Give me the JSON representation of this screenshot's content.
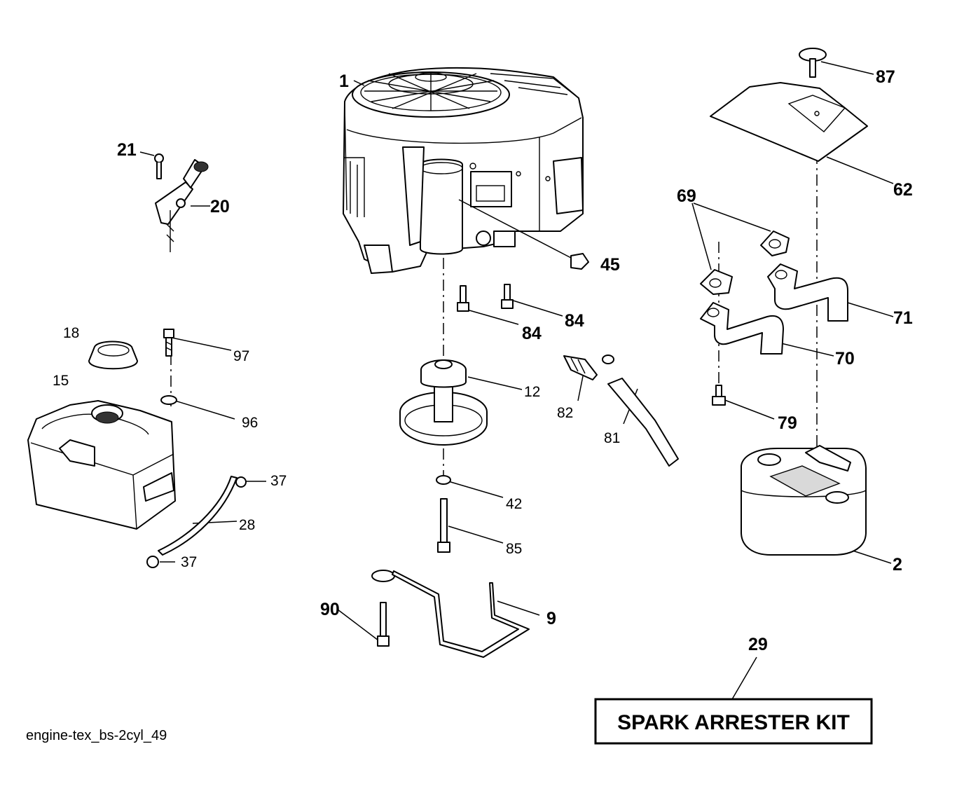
{
  "diagram": {
    "footer_id": "engine-tex_bs-2cyl_49",
    "kit_label": "SPARK ARRESTER KIT",
    "kit_number": "29",
    "callouts": {
      "p1": "1",
      "p2": "2",
      "p9": "9",
      "p12": "12",
      "p15": "15",
      "p18": "18",
      "p20": "20",
      "p21": "21",
      "p28": "28",
      "p37a": "37",
      "p37b": "37",
      "p42": "42",
      "p45": "45",
      "p62": "62",
      "p69": "69",
      "p70": "70",
      "p71": "71",
      "p79": "79",
      "p81": "81",
      "p82": "82",
      "p84a": "84",
      "p84b": "84",
      "p85": "85",
      "p87": "87",
      "p90": "90",
      "p96": "96",
      "p97": "97"
    }
  }
}
